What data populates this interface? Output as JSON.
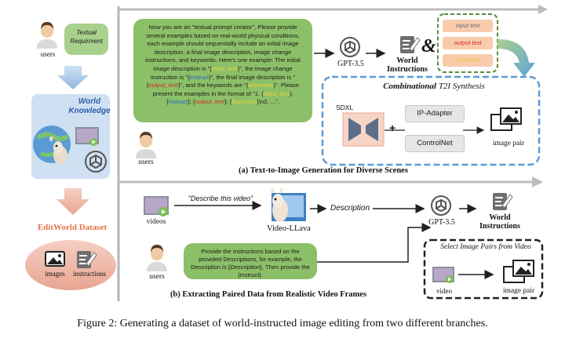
{
  "left": {
    "users_label": "users",
    "textual_requirement": "Textual Requirment",
    "world_knowledge": "World Knowledge",
    "dataset_label": "EditWorld Dataset",
    "images_label": "images",
    "instructions_label": "instructions"
  },
  "top": {
    "prompt": {
      "p1": "Now you are an \"textual prompt creator\", Please provide several examples based on real-world physical conditions, each example should sequentially include an initial image description, a final image description, image change instructions, and keywords. Here's one example: The initial image description is \"{",
      "t_input": "input_text",
      "p2": "}\", the image change instruction is \"{",
      "t_instruct": "instruct",
      "p3": "}\", the final image description is \"{",
      "t_output": "output_text",
      "p4": "}\", and the keywords are \"{",
      "t_keywords": "keywords",
      "p5": "}\". Please present the examples in the format of \"1. {",
      "p6": "}; {",
      "p7": "}; {",
      "p8": "}; {",
      "p9": "}\\n2. ...\"."
    },
    "users_label": "users",
    "gpt_label": "GPT-3.5",
    "world_instructions": "World Instructions",
    "amp": "&",
    "chips": [
      "input text",
      "output text",
      "keywords"
    ],
    "synthesis_title_bold": "Combinational",
    "synthesis_title_rest": "T2I Synthesis",
    "sdxl": "SDXL",
    "ip_adapter": "IP-Adapter",
    "controlnet": "ControlNet",
    "plus": "+",
    "image_pair": "image pair",
    "caption": "(a) Text-to-Image Generation for Diverse Scenes"
  },
  "bottom": {
    "videos_label": "videos",
    "describe_prompt": "\"Describe this video\"",
    "video_llava": "Video-LLava",
    "description": "Description",
    "gpt_label": "GPT-3.5",
    "world_instructions": "World Instructions",
    "users_label": "users",
    "prompt_p1": "Provide the Instructions based on the provided Descriptions, for example, the Description is {",
    "prompt_desc": "Description",
    "prompt_p2": "}, Then provide the {",
    "prompt_instruct": "Instruct",
    "prompt_p3": "}.",
    "select_title": "Select Image Pairs from Video",
    "video_label": "video",
    "image_pair": "image pair",
    "caption": "(b) Extracting Paired Data from Realistic Video Frames"
  },
  "figure_caption": "Figure 2: Generating a dataset of world-instructed image editing from two different branches."
}
